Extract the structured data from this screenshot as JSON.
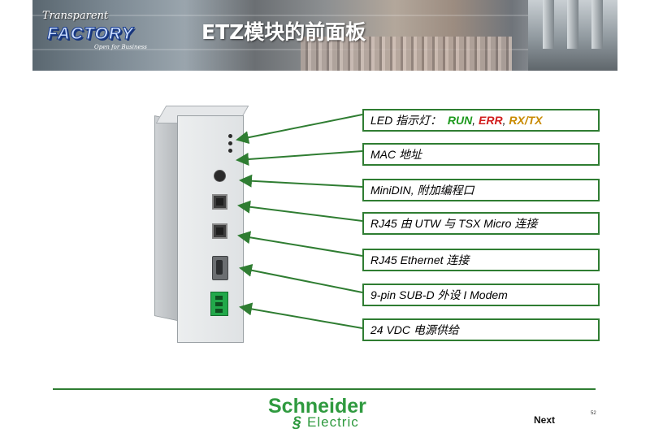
{
  "header": {
    "logo_transparent": "Transparent",
    "logo_factory": "FACTORY",
    "logo_tagline": "Open for Business",
    "title": "ETZ模块的前面板"
  },
  "callouts": [
    {
      "text": "LED 指示灯：",
      "run": "RUN",
      "sep1": ",",
      "err": "ERR",
      "sep2": ",",
      "rxtx": "RX/TX"
    },
    {
      "text": "MAC 地址"
    },
    {
      "text": "MiniDIN, 附加编程口"
    },
    {
      "text": "RJ45 由 UTW 与 TSX Micro 连接"
    },
    {
      "text": "RJ45 Ethernet 连接"
    },
    {
      "text": "9-pin SUB-D 外设 I Modem"
    },
    {
      "text": "24 VDC 电源供给"
    }
  ],
  "colors": {
    "callout_border": "#2f7d32",
    "run": "#1e9a1e",
    "err": "#d21e1e",
    "rxtx": "#c98a00",
    "brand_green": "#2f9a3f"
  },
  "footer": {
    "brand": "Schneider",
    "brand_sub": "Electric",
    "page_number": "52",
    "next_label": "Next"
  }
}
